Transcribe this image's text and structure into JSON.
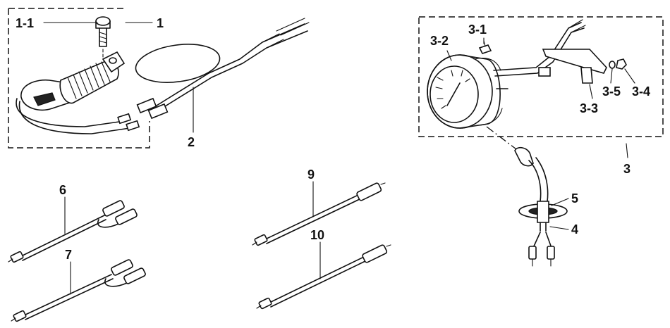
{
  "callouts": {
    "c1": "1",
    "c1_1": "1-1",
    "c2": "2",
    "c3": "3",
    "c3_1": "3-1",
    "c3_2": "3-2",
    "c3_3": "3-3",
    "c3_4": "3-4",
    "c3_5": "3-5",
    "c4": "4",
    "c5": "5",
    "c6": "6",
    "c7": "7",
    "c9": "9",
    "c10": "10"
  }
}
